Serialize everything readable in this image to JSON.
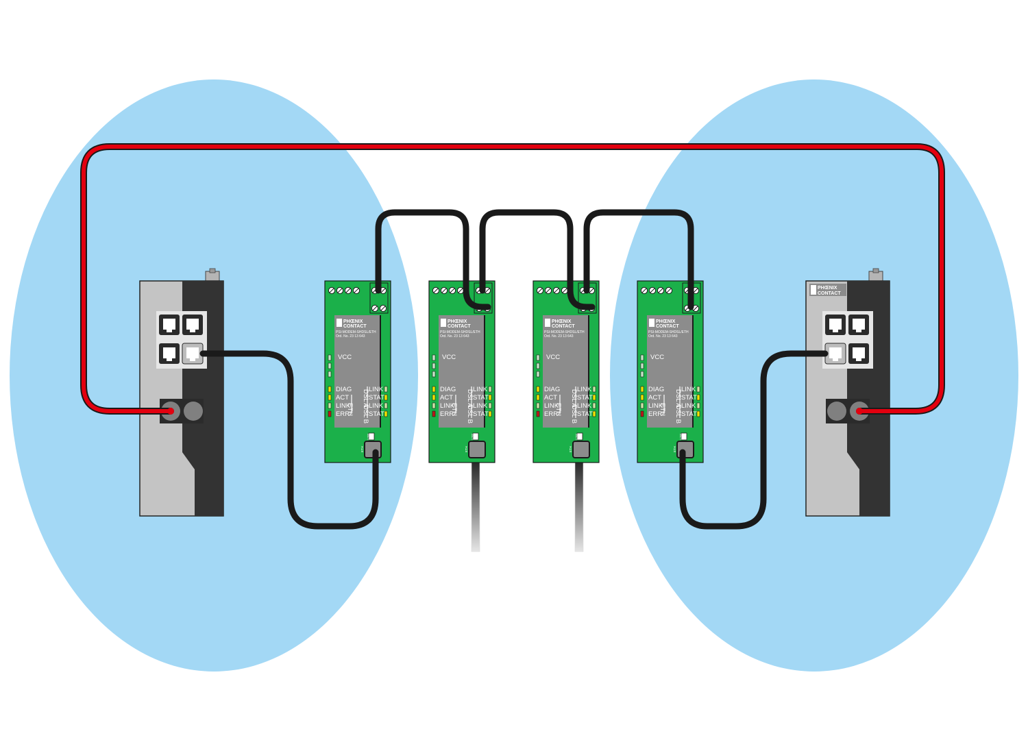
{
  "colors": {
    "background": "#ffffff",
    "zone": "#a3d8f5",
    "ring_cable": "#e3000f",
    "dsl_cable": "#1a1a1a",
    "module_green": "#1bb04a",
    "module_panel": "#8c8c8c",
    "switch_light": "#c4c4c4",
    "switch_dark": "#333333"
  },
  "switches": [
    {
      "id": "switch-left",
      "logo": ""
    },
    {
      "id": "switch-right",
      "logo_line1": "PHŒNIX",
      "logo_line2": "CONTACT"
    }
  ],
  "modems": [
    {
      "id": "modem-1"
    },
    {
      "id": "modem-2"
    },
    {
      "id": "modem-3"
    },
    {
      "id": "modem-4"
    }
  ],
  "modem_labels": {
    "logo_line1": "PHŒNIX",
    "logo_line2": "CONTACT",
    "model": "PSI-MODEM-SHDSL/ETH",
    "order": "Ord. No. 23 13 643",
    "vcc": "VCC",
    "diag": "DIAG",
    "act": "ACT",
    "link": "LINK",
    "err": "ERR",
    "eth": "ETH",
    "dsl_a": "DSL A",
    "dsl_b": "DSL B",
    "link_a": "LINK",
    "stat_a": "STAT",
    "link_b": "LINK",
    "stat_b": "STAT",
    "usb": "USB",
    "eth_port": "ETH"
  },
  "cables": [
    "ring-cable",
    "dsl-cable-1-2",
    "dsl-cable-2-3",
    "dsl-cable-3-4",
    "eth-cable-left",
    "eth-cable-right",
    "drop-cable-2",
    "drop-cable-3"
  ]
}
